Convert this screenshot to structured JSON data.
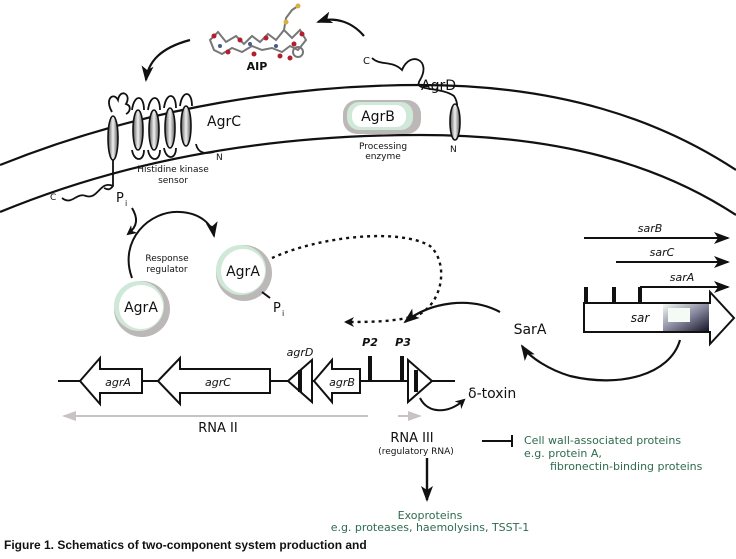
{
  "figure": {
    "caption": "Figure 1. Schematics of two-component system production and"
  },
  "membrane": {
    "aip_label": "AIP",
    "agrc_label": "AgrC",
    "agrc_desc_line1": "Histidine kinase",
    "agrc_desc_line2": "sensor",
    "agrc_c_terminus": "C",
    "agrc_n_terminus": "N",
    "agrb_label": "AgrB",
    "agrb_desc_line1": "Processing",
    "agrb_desc_line2": "enzyme",
    "agrd_label": "AgrD",
    "agrd_c_terminus": "C",
    "agrd_n_terminus": "N",
    "phosphate_label": "P",
    "phosphate_sub": "i"
  },
  "regulator": {
    "response_line1": "Response",
    "response_line2": "regulator",
    "agra_label": "AgrA",
    "agra_phos_label": "AgrA",
    "phosphate_label": "P",
    "phosphate_sub": "i"
  },
  "agr_locus": {
    "genes": [
      "agrA",
      "agrC",
      "agrD",
      "agrB"
    ],
    "promoters": [
      "P2",
      "P3"
    ],
    "rna2_label": "RNA II",
    "rna3_label": "RNA III",
    "rna3_sub": "(regulatory RNA)",
    "delta_toxin": "δ-toxin"
  },
  "sar_locus": {
    "transcripts": [
      "sarB",
      "sarC",
      "sarA"
    ],
    "gene_label": "sar",
    "protein_label": "SarA"
  },
  "outputs": {
    "cell_wall_line1": "Cell wall-associated proteins",
    "cell_wall_line2": "e.g. protein A,",
    "cell_wall_line3": "fibronectin-binding proteins",
    "exo_line1": "Exoproteins",
    "exo_line2": "e.g. proteases, haemolysins, TSST-1"
  },
  "colors": {
    "text": "#111111",
    "output_text": "#2e6b4f",
    "protein_rim": "#b8b4b4",
    "protein_inner": "#cfe8d8",
    "rna_arrow": "#c8c2c2"
  }
}
